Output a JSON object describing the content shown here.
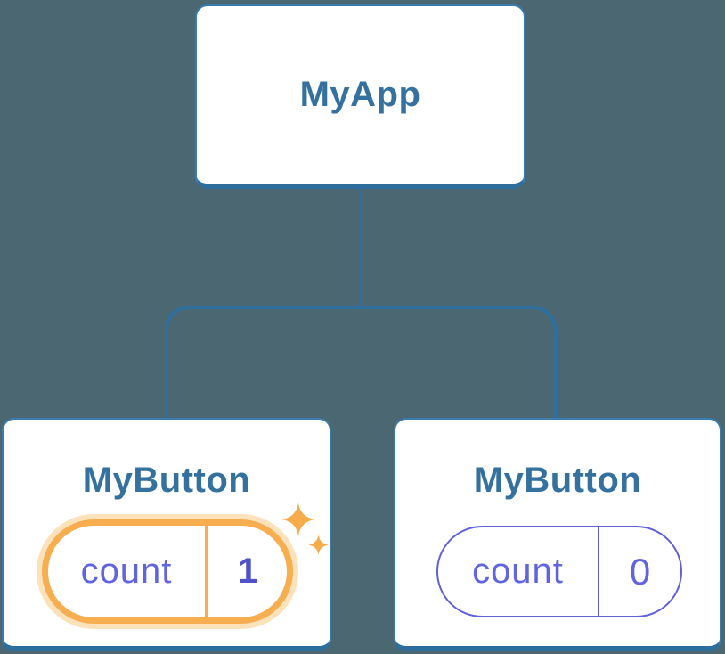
{
  "diagram": {
    "type": "component-tree",
    "root": {
      "label": "MyApp"
    },
    "children": [
      {
        "label": "MyButton",
        "state": {
          "key": "count",
          "value": "1"
        },
        "highlighted": true,
        "icons": [
          "sparkle-icon-large",
          "sparkle-icon-small"
        ]
      },
      {
        "label": "MyButton",
        "state": {
          "key": "count",
          "value": "0"
        },
        "highlighted": false
      }
    ]
  },
  "colors": {
    "background": "#4B6771",
    "connector_line": "#2D6F9E",
    "card_background": "#FFFFFF",
    "card_border": "#3A7CAB",
    "card_bottom_shadow": "#2E6E9E",
    "title_text": "#35719F",
    "state_pill_border": "#5F61D8",
    "state_key_text": "#6065DF",
    "state_value_text": "#4F52C9",
    "highlight_ring": "#F6AE51",
    "highlight_glow": "#FBE2BA",
    "sparkle": "#F6AC4B"
  }
}
